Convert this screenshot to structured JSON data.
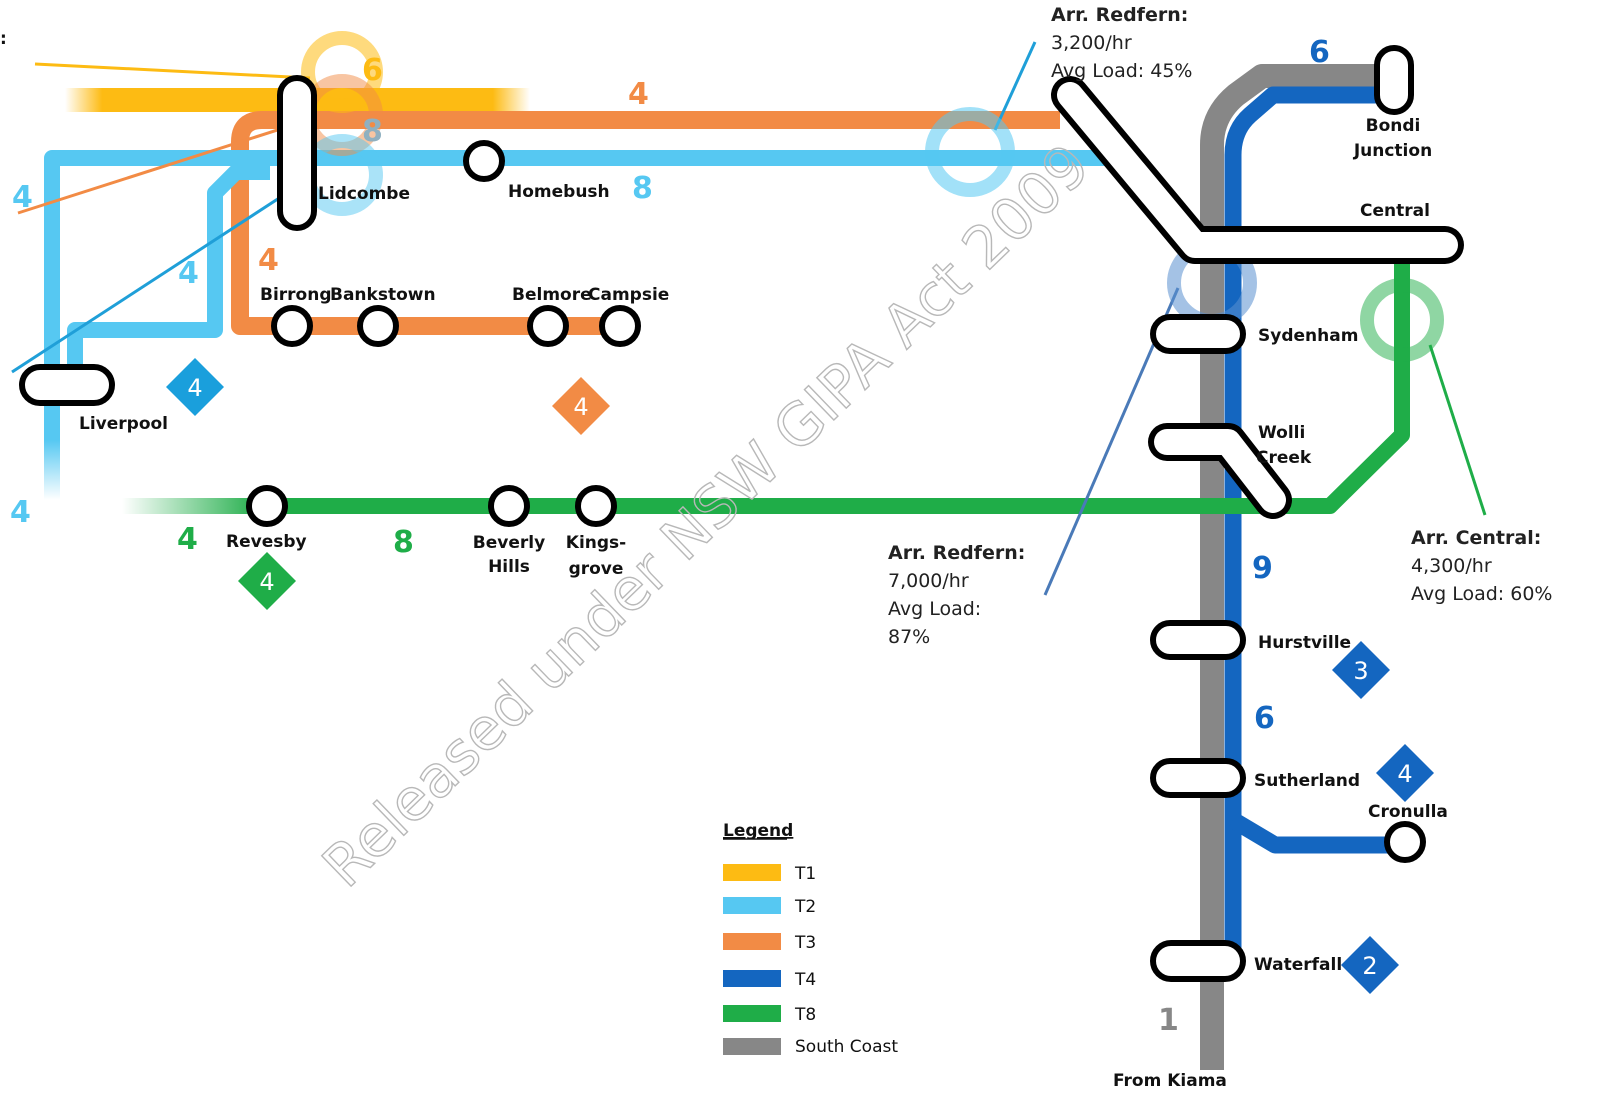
{
  "colors": {
    "T1": "#fdbb13",
    "T2": "#56c8f2",
    "T3": "#f28b45",
    "T4": "#1466c0",
    "T8": "#1fad48",
    "South Coast": "#878787"
  },
  "stations": {
    "lidcombe": "Lidcombe",
    "homebush": "Homebush",
    "birrong": "Birrong",
    "bankstown": "Bankstown",
    "belmore": "Belmore",
    "campsie": "Campsie",
    "liverpool": "Liverpool",
    "revesby": "Revesby",
    "beverly_1": "Beverly",
    "beverly_2": "Hills",
    "kingsgrove_1": "Kings-",
    "kingsgrove_2": "grove",
    "bondi_1": "Bondi",
    "bondi_2": "Junction",
    "central": "Central",
    "sydenham": "Sydenham",
    "wolli_1": "Wolli",
    "wolli_2": "Creek",
    "hurstville": "Hurstville",
    "sutherland": "Sutherland",
    "cronulla": "Cronulla",
    "waterfall": "Waterfall",
    "from_kiama": "From Kiama"
  },
  "frequencies": {
    "t1_top": "6",
    "t3_top": "4",
    "t3_lidcombe": "8",
    "t2_west": "4",
    "t2_homebush": "8",
    "t2_inner": "4",
    "t3_branch": "4",
    "t2_south": "4",
    "t8_west": "4",
    "t8_mid": "8",
    "t4_bondi": "6",
    "t4_mid": "9",
    "t4_hurstville": "6",
    "south_coast": "1"
  },
  "badges": {
    "t2_liverpool": "4",
    "t3_bankstown": "4",
    "t8_revesby": "4",
    "t4_hurstville": "3",
    "t4_cronulla": "4",
    "t4_waterfall": "2"
  },
  "annotations": {
    "redfern_top": {
      "title": "Arr. Redfern:",
      "line1": "3,200/hr",
      "line2": "Avg Load: 45%"
    },
    "redfern_mid": {
      "title": "Arr. Redfern:",
      "line1": "7,000/hr",
      "line2": "Avg Load:",
      "line3": "87%"
    },
    "central": {
      "title": "Arr. Central:",
      "line1": "4,300/hr",
      "line2": "Avg Load: 60%"
    }
  },
  "legend": {
    "title": "Legend",
    "items": [
      {
        "label": "T1",
        "color": "#fdbb13"
      },
      {
        "label": "T2",
        "color": "#56c8f2"
      },
      {
        "label": "T3",
        "color": "#f28b45"
      },
      {
        "label": "T4",
        "color": "#1466c0"
      },
      {
        "label": "T8",
        "color": "#1fad48"
      },
      {
        "label": "South Coast",
        "color": "#878787"
      }
    ]
  },
  "watermark": "Released under NSW GIPA Act 2009"
}
